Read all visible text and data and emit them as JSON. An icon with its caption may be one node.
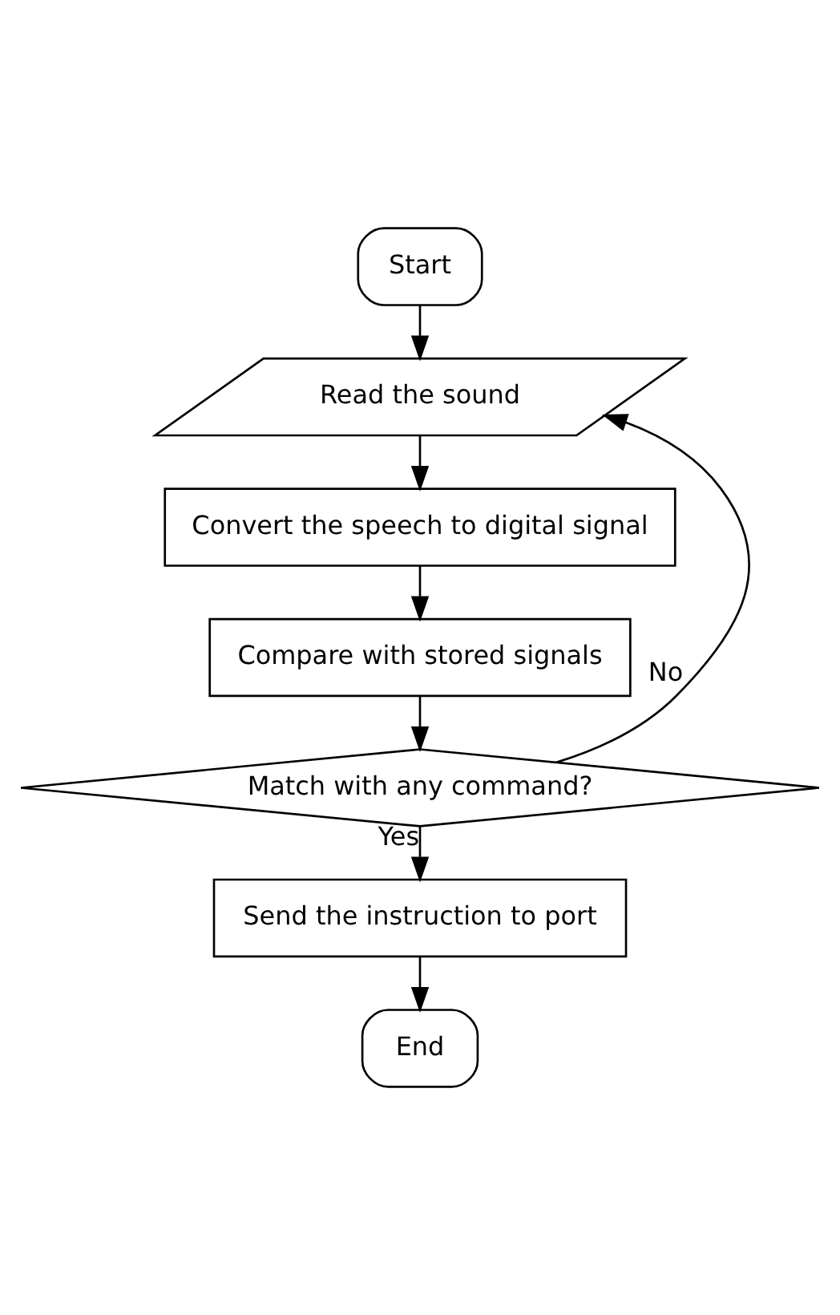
{
  "diagram": {
    "nodes": [
      {
        "text": [
          "Start"
        ]
      },
      {
        "text": [
          "Read the sound"
        ]
      },
      {
        "text": [
          "Convert the speech to digital signal"
        ]
      },
      {
        "text": [
          "Compare with stored signals"
        ]
      },
      {
        "text": [
          "Match with any command?"
        ]
      },
      {
        "text": [
          "Send the instruction to port"
        ]
      },
      {
        "text": [
          "End"
        ]
      }
    ],
    "edges": [
      {
        "from": 0,
        "to": 1,
        "arrow": "to"
      },
      {
        "from": 1,
        "to": 2,
        "arrow": "to"
      },
      {
        "from": 2,
        "to": 3,
        "arrow": "to"
      },
      {
        "from": 3,
        "to": 4,
        "arrow": "to"
      },
      {
        "from": 4,
        "to": 1,
        "arrow": "to",
        "label": "No"
      },
      {
        "from": 4,
        "to": 5,
        "arrow": "to",
        "label": "Yes"
      },
      {
        "from": 5,
        "to": 6,
        "arrow": "to"
      }
    ]
  }
}
